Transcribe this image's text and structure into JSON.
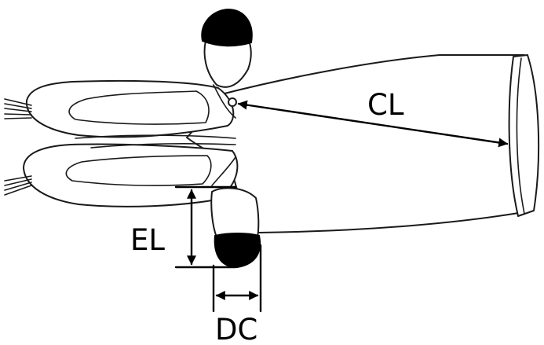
{
  "labels": {
    "cl": "CL",
    "el": "EL",
    "dc": "DC"
  },
  "colors": {
    "stroke": "#1a1a1a",
    "fill": "#ffffff",
    "cornea": "#000000"
  }
}
